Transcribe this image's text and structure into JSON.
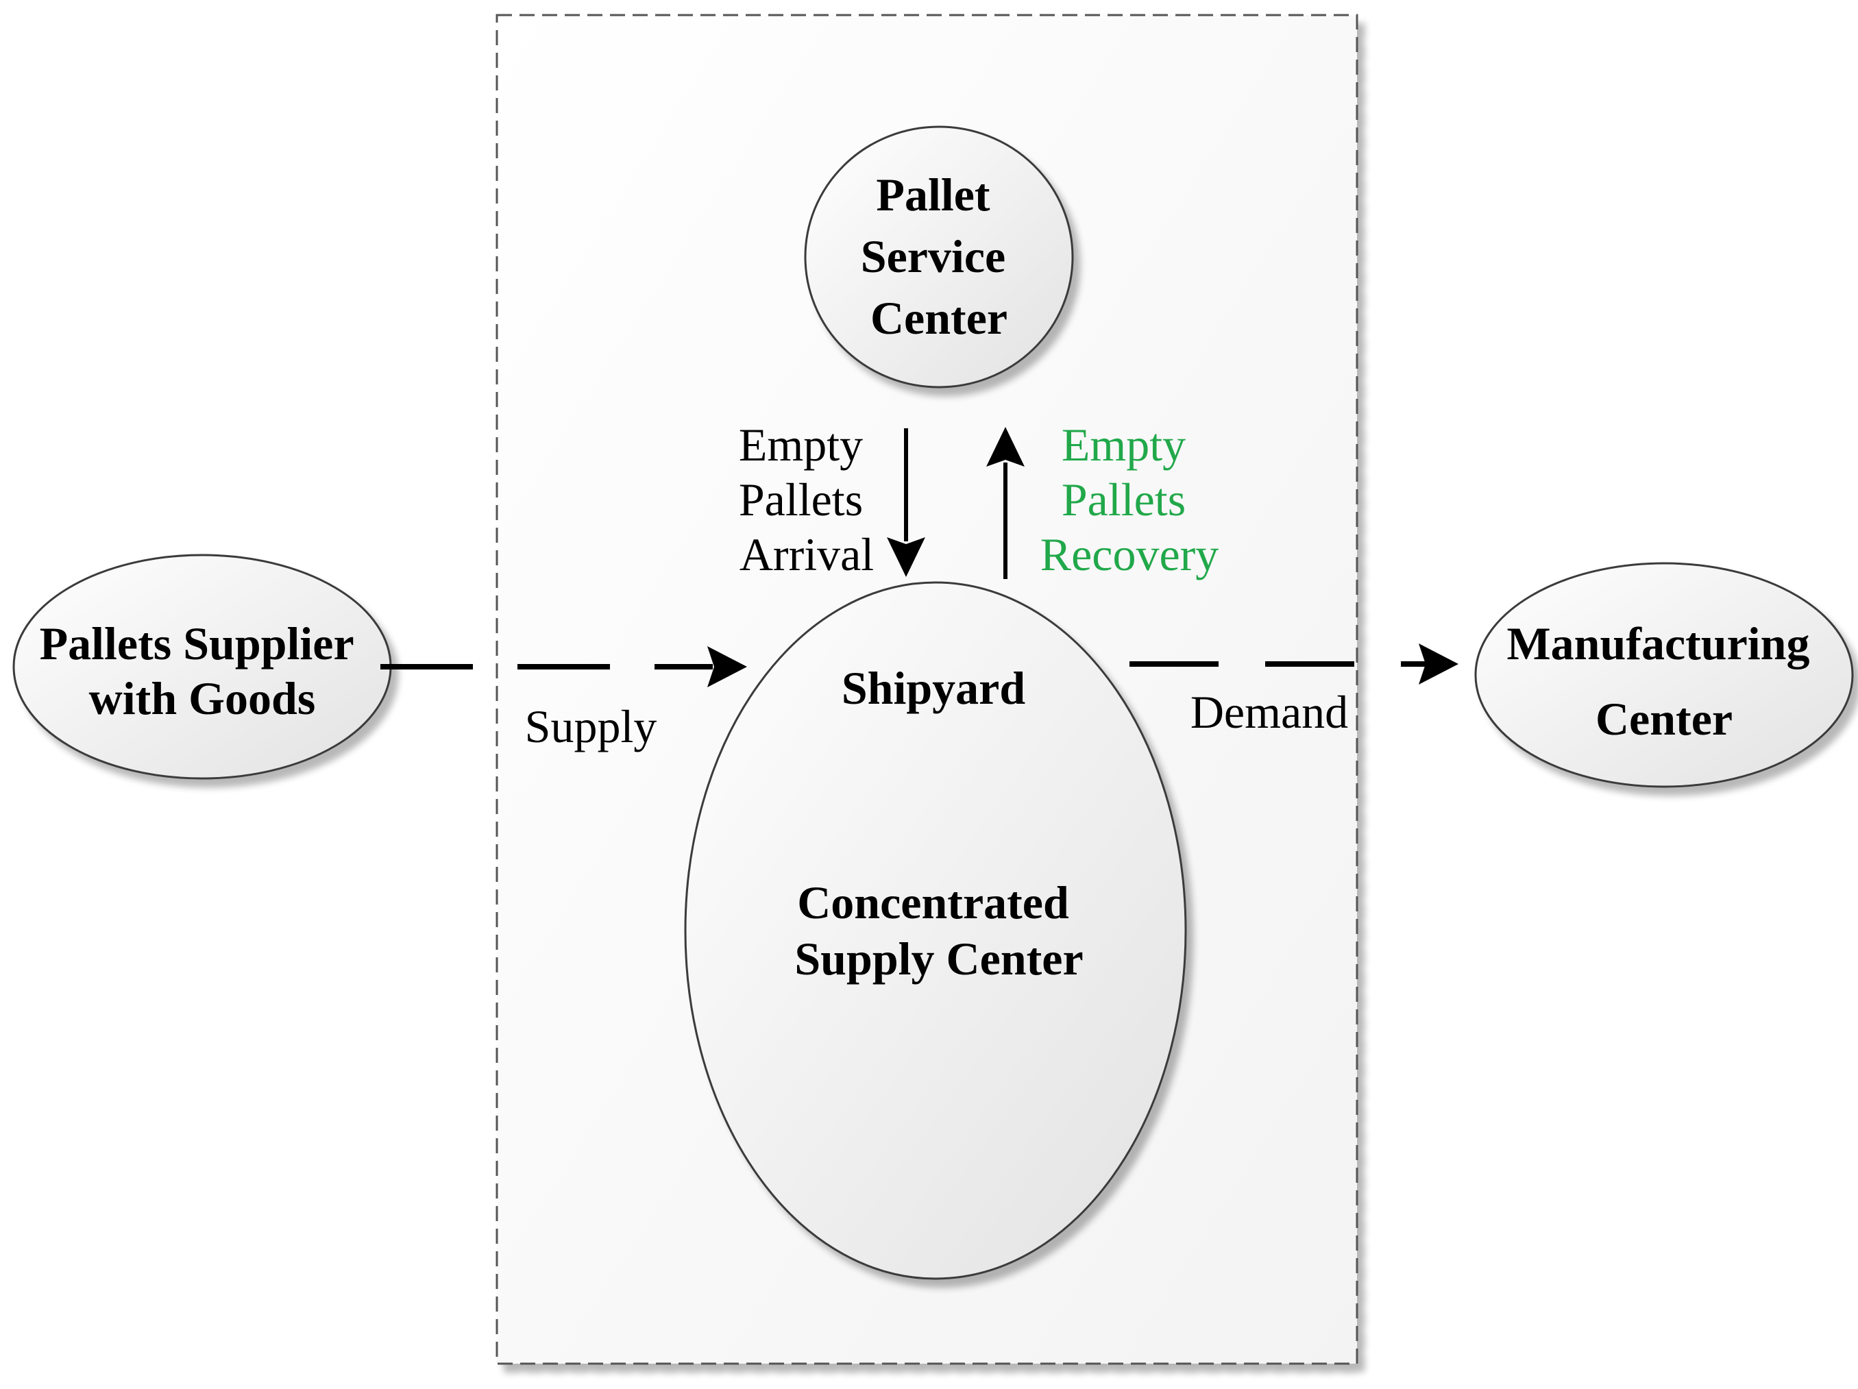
{
  "colors": {
    "node_fill_light": "#ffffff",
    "node_fill_dark": "#e4e4e4",
    "node_stroke": "#3a3a3a",
    "boundary_stroke": "#555555",
    "arrow": "#000000",
    "text": "#000000",
    "recovery_text": "#21a84a"
  },
  "nodes": {
    "pallet_service_center": [
      "Pallet",
      "Service",
      "Center"
    ],
    "pallets_supplier": [
      "Pallets Supplier",
      "with Goods"
    ],
    "shipyard": "Shipyard",
    "concentrated_supply_center": [
      "Concentrated",
      "Supply Center"
    ],
    "manufacturing_center": [
      "Manufacturing",
      "Center"
    ]
  },
  "flows": {
    "supply": "Supply",
    "demand": "Demand",
    "empty_pallets_arrival": [
      "Empty",
      "Pallets",
      "Arrival"
    ],
    "empty_pallets_recovery": [
      "Empty",
      "Pallets",
      "Recovery"
    ]
  }
}
